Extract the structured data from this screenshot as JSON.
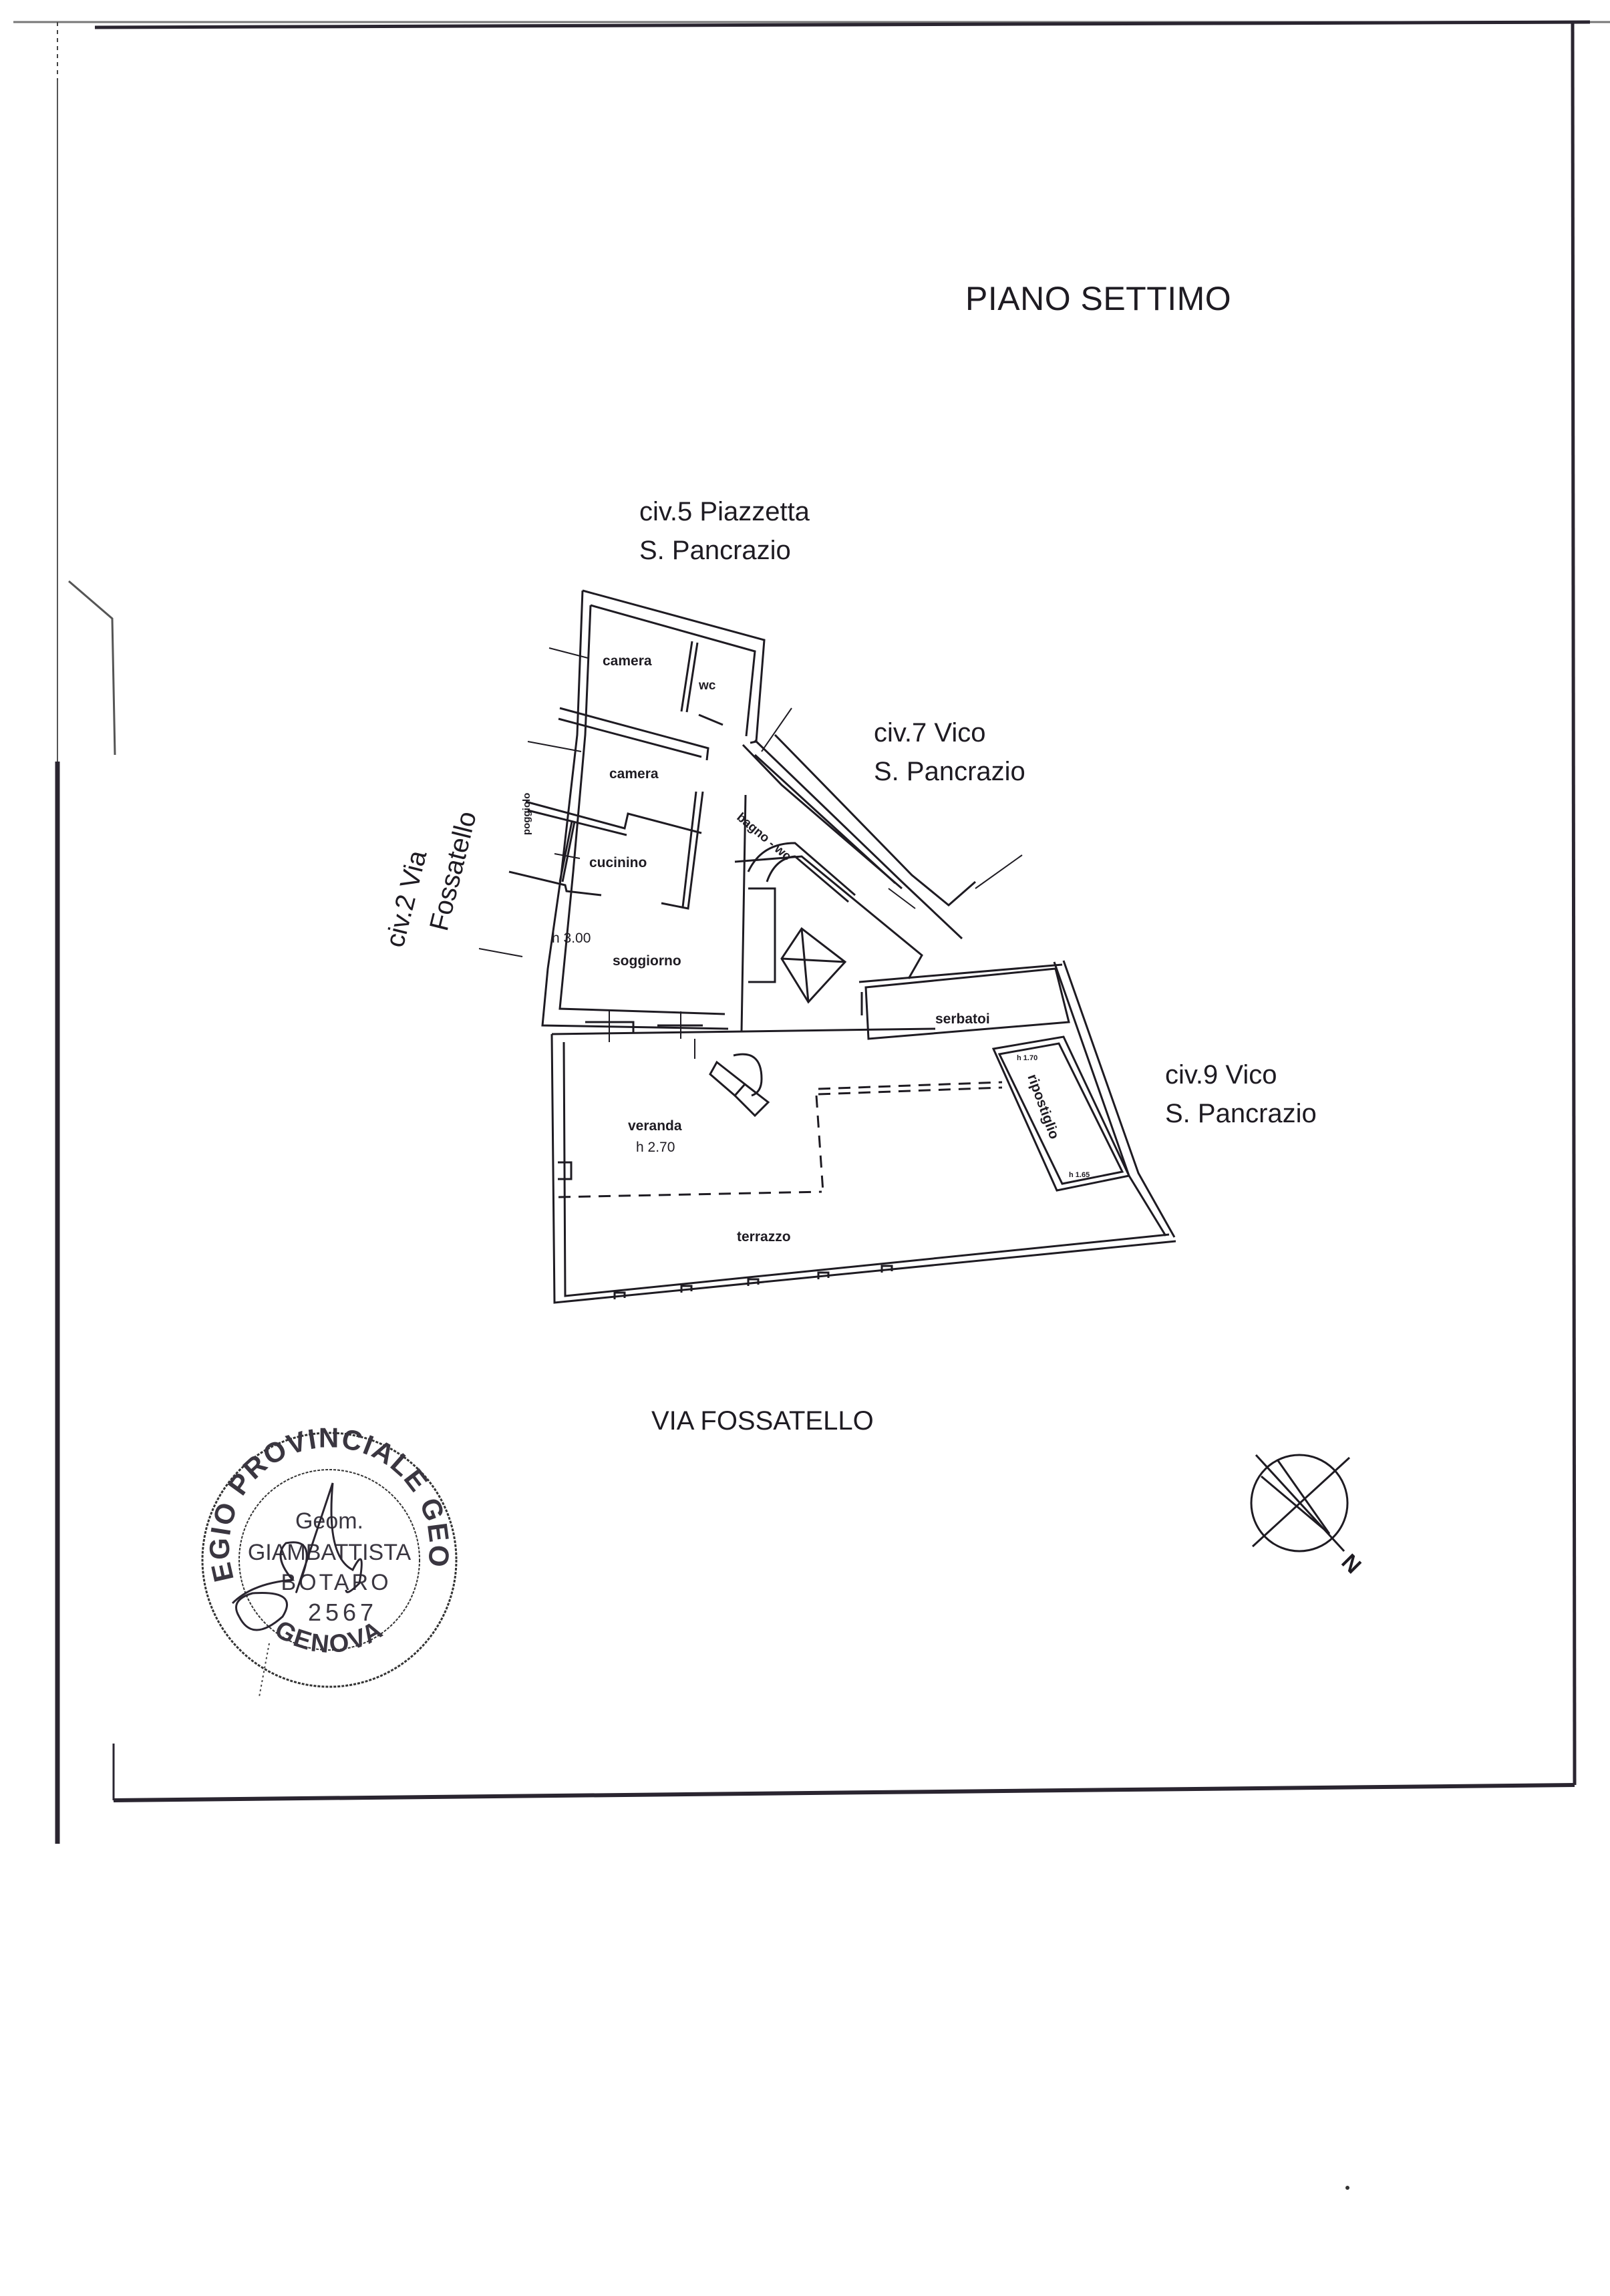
{
  "document": {
    "title": "PIANO SETTIMO",
    "background": "#ffffff",
    "ink_color": "#1e1b22"
  },
  "streets": {
    "north": {
      "line1": "civ.5 Piazzetta",
      "line2": "S. Pancrazio"
    },
    "northeast": {
      "line1": "civ.7 Vico",
      "line2": "S. Pancrazio"
    },
    "east": {
      "line1": "civ.9 Vico",
      "line2": "S. Pancrazio"
    },
    "west": {
      "line1": "civ.2 Via",
      "line2": "Fossatello"
    },
    "south": {
      "label": "VIA FOSSATELLO"
    }
  },
  "rooms": [
    {
      "id": "camera-1",
      "label": "camera"
    },
    {
      "id": "wc",
      "label": "wc"
    },
    {
      "id": "camera-2",
      "label": "camera"
    },
    {
      "id": "bagno-wc",
      "label": "bagno - wc"
    },
    {
      "id": "poggiolo",
      "label": "poggiolo"
    },
    {
      "id": "cucinino",
      "label": "cucinino"
    },
    {
      "id": "soggiorno",
      "label": "soggiorno",
      "height": "h 3.00"
    },
    {
      "id": "serbatoi",
      "label": "serbatoi"
    },
    {
      "id": "ripostiglio",
      "label": "ripostiglio",
      "height_top": "h 1.70",
      "height_bottom": "h 1.65"
    },
    {
      "id": "veranda",
      "label": "veranda",
      "height": "h 2.70"
    },
    {
      "id": "terrazzo",
      "label": "terrazzo"
    }
  ],
  "stamp": {
    "outer_text": "COLLEGIO PROVINCIALE GEOMETRI",
    "bottom_text": "GENOVA",
    "line1": "Geom.",
    "line2": "GIAMBATTISTA",
    "line3": "BOTARO",
    "number": "2567"
  },
  "compass": {
    "icon": "north-arrow-icon",
    "label": "N"
  }
}
